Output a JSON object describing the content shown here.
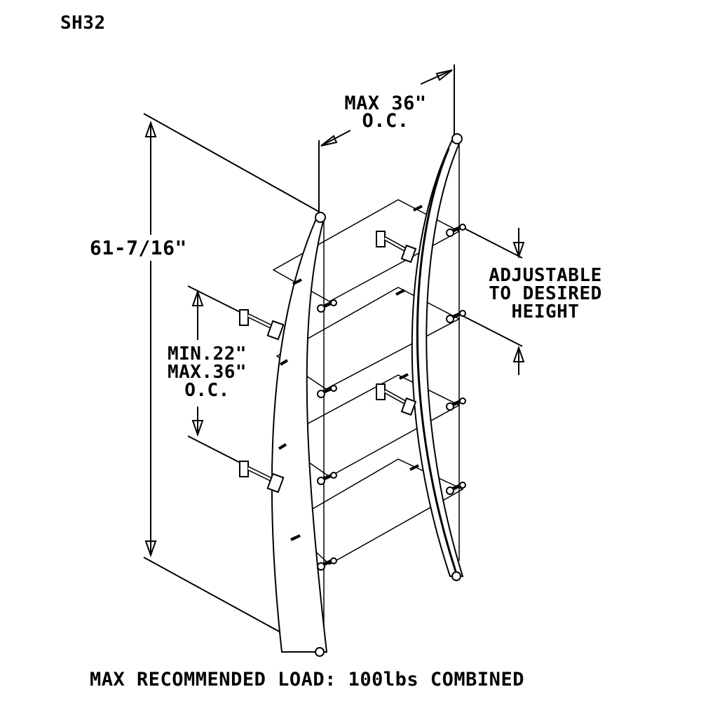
{
  "model": "SH32",
  "dimensions": {
    "max_spacing_line1": "MAX 36\"",
    "max_spacing_line2": "O.C.",
    "height": "61-7/16\"",
    "bracket_spacing_line1": "MIN.22\"",
    "bracket_spacing_line2": "MAX.36\"",
    "bracket_spacing_line3": "O.C.",
    "adjustable_line1": "ADJUSTABLE",
    "adjustable_line2": "TO DESIRED",
    "adjustable_line3": "HEIGHT"
  },
  "footer": {
    "load_note": "MAX RECOMMENDED LOAD: 100lbs COMBINED"
  }
}
